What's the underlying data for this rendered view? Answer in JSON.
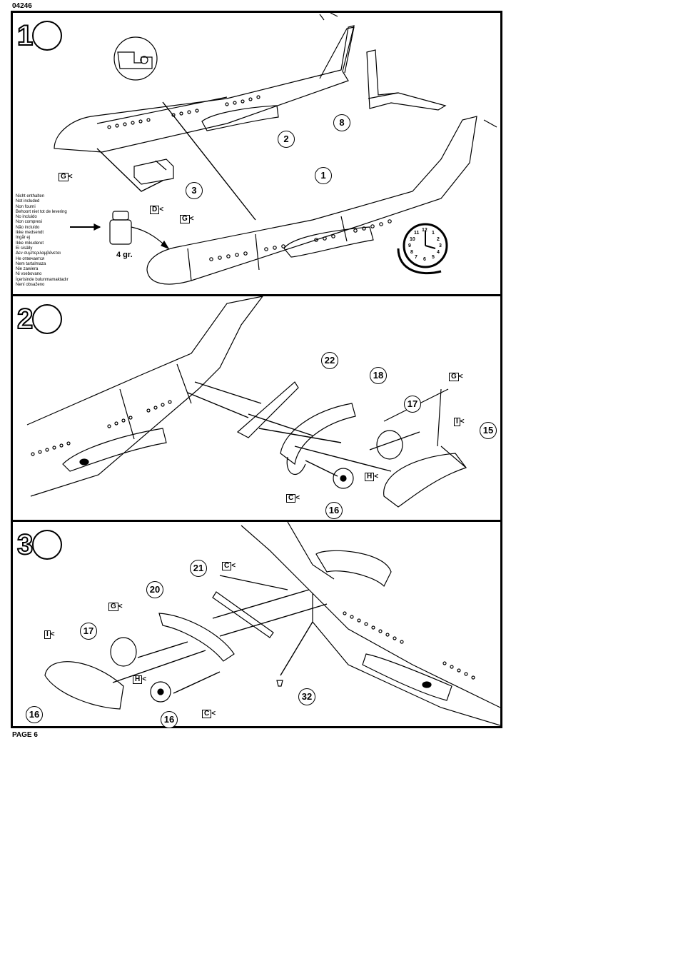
{
  "document": {
    "code": "04246",
    "page_label": "PAGE 6"
  },
  "icons": {
    "glue": "glue-tube-icon",
    "tape": "tape-dispenser-icon",
    "clock": "clock-drying-time-icon"
  },
  "step1": {
    "number": "1",
    "parts": [
      "2",
      "8",
      "3",
      "1"
    ],
    "flags": [
      "G",
      "D",
      "G"
    ],
    "weight_label": "4 gr.",
    "not_included": [
      "Nicht enthalten",
      "Not included",
      "Non fourni",
      "Behoort niet tot de levering",
      "No incluido",
      "Non compresi",
      "Não incluído",
      "Ikke medsendt",
      "Ingår ej",
      "Ikke mikuderet",
      "Ei sisälly",
      "Δεν συμπεριλαμβάνεται",
      "Не отвечается",
      "Nem tartalmaza",
      "Nie zawiera",
      "Ni vsebovano",
      "İçerisinde bulunmamaktadır",
      "Není obsaženo"
    ],
    "clock_numbers": [
      "12",
      "11",
      "1",
      "10",
      "2",
      "9",
      "3",
      "8",
      "4",
      "7",
      "5",
      "6"
    ]
  },
  "step2": {
    "number": "2",
    "parts": [
      "22",
      "18",
      "17",
      "15",
      "16"
    ],
    "flags": [
      "G",
      "I",
      "H",
      "C"
    ]
  },
  "step3": {
    "number": "3",
    "parts": [
      "21",
      "20",
      "17",
      "16",
      "16",
      "32"
    ],
    "flags": [
      "C",
      "G",
      "I",
      "H",
      "C"
    ]
  }
}
